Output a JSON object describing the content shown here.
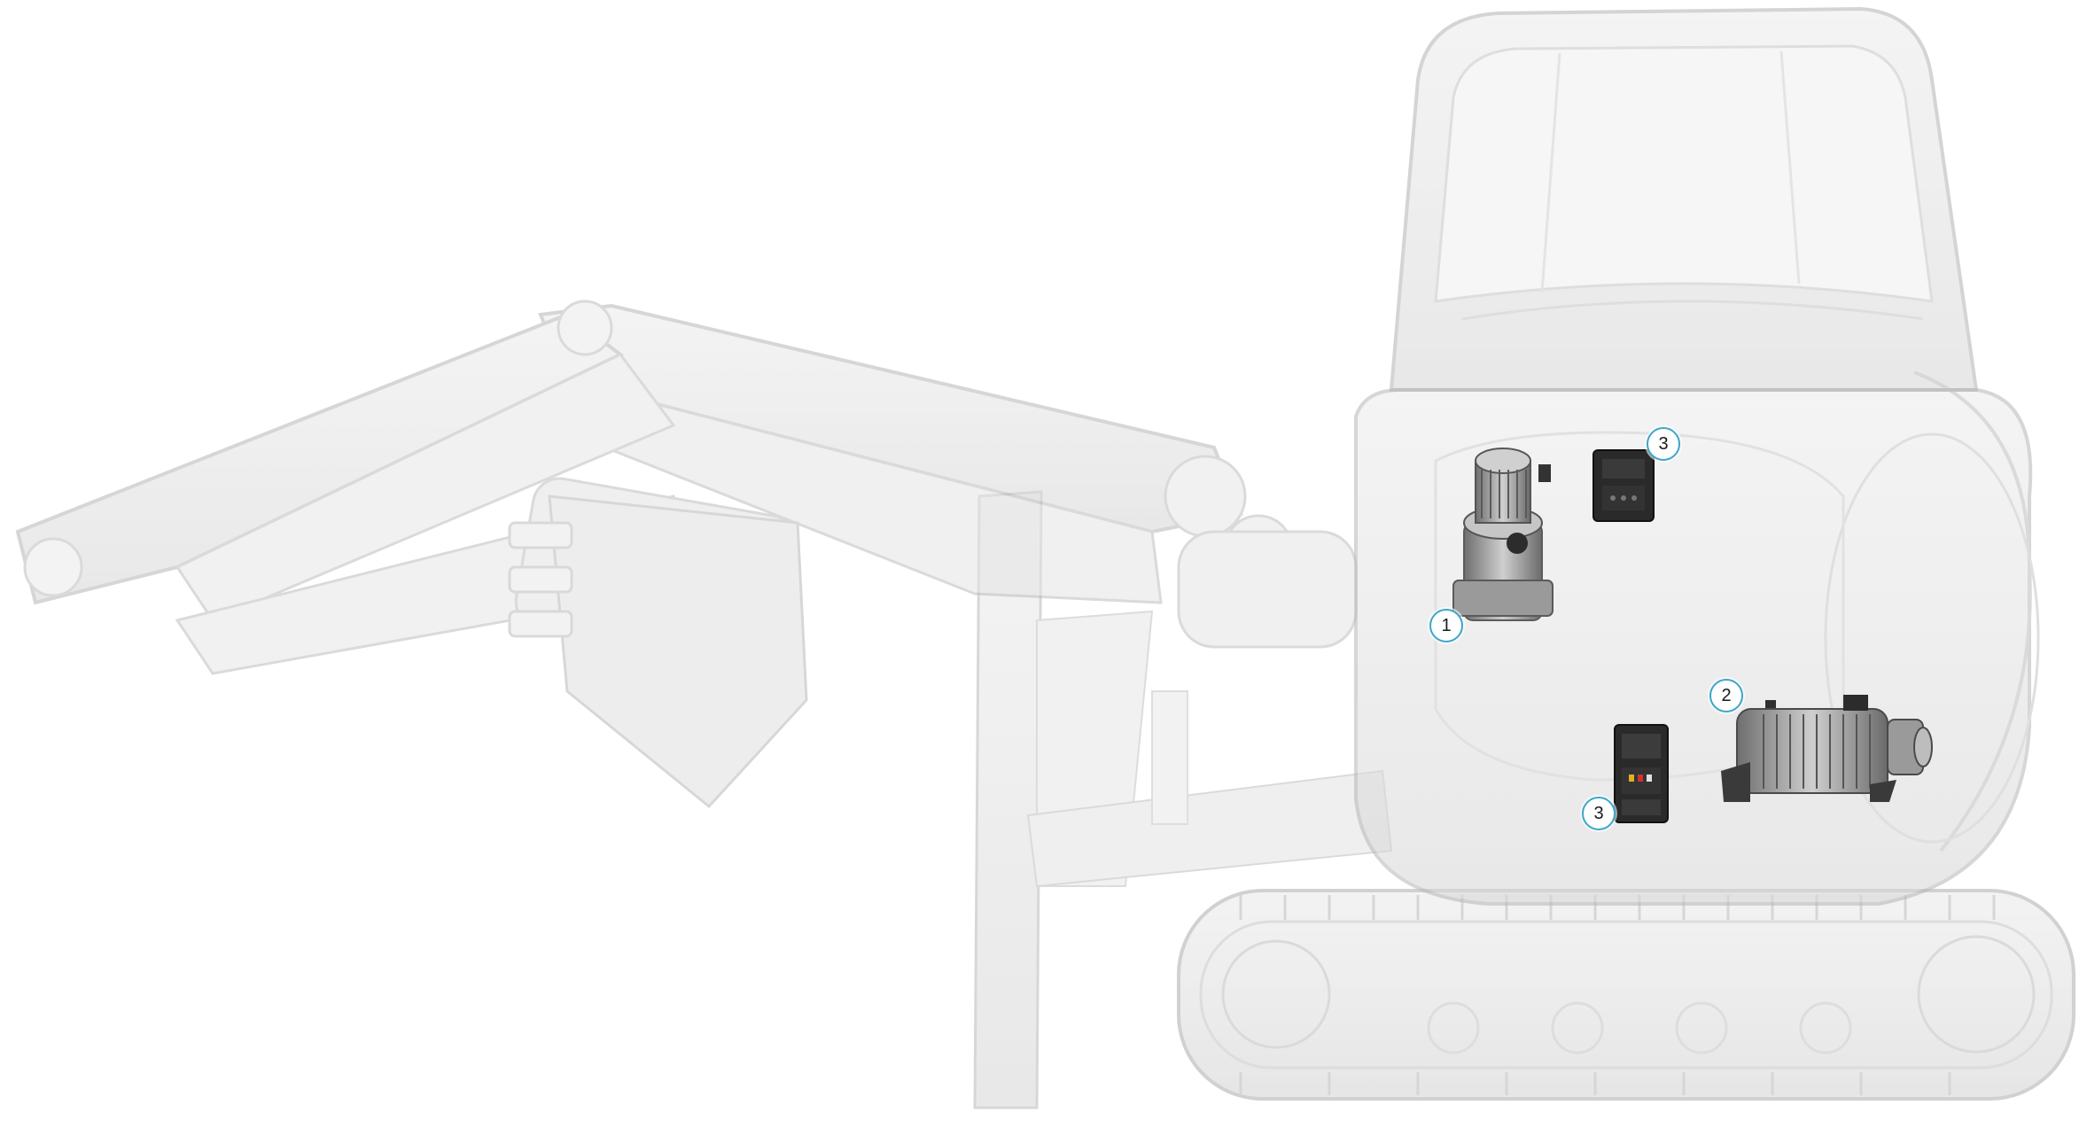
{
  "callouts": [
    {
      "id": "c1",
      "label": "1",
      "component": "geared-motor"
    },
    {
      "id": "c2",
      "label": "2",
      "component": "electric-pump-motor"
    },
    {
      "id": "c3a",
      "label": "3",
      "component": "motor-controller-upper"
    },
    {
      "id": "c3b",
      "label": "3",
      "component": "motor-controller-lower"
    }
  ],
  "colors": {
    "callout_ring": "#3aa7c9",
    "ghost_body": "#d9d9d9",
    "ghost_edge": "#bdbdbd",
    "component_dark": "#2a2a2a",
    "component_metal": "#8c8c8c"
  }
}
